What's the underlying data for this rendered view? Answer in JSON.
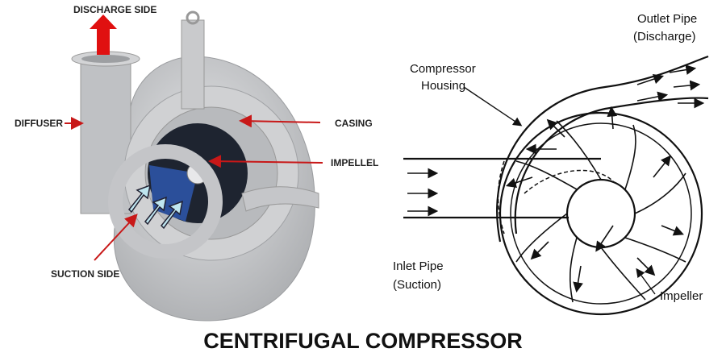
{
  "title": "CENTRIFUGAL COMPRESSOR",
  "left_labels": {
    "discharge": "DISCHARGE SIDE",
    "diffuser": "DIFFUSER",
    "casing": "CASING",
    "impeller": "IMPELLEL",
    "suction": "SUCTION SIDE"
  },
  "right_labels": {
    "outlet_line1": "Outlet Pipe",
    "outlet_line2": "(Discharge)",
    "housing_line1": "Compressor",
    "housing_line2": "Housing",
    "inlet_line1": "Inlet Pipe",
    "inlet_line2": "(Suction)",
    "impeller": "Impeller"
  },
  "colors": {
    "arrow_red": "#e01010",
    "metal": "#c8c9cb",
    "blade_blue": "#2b4f9a",
    "flow_arrow": "#bfe6f0"
  }
}
